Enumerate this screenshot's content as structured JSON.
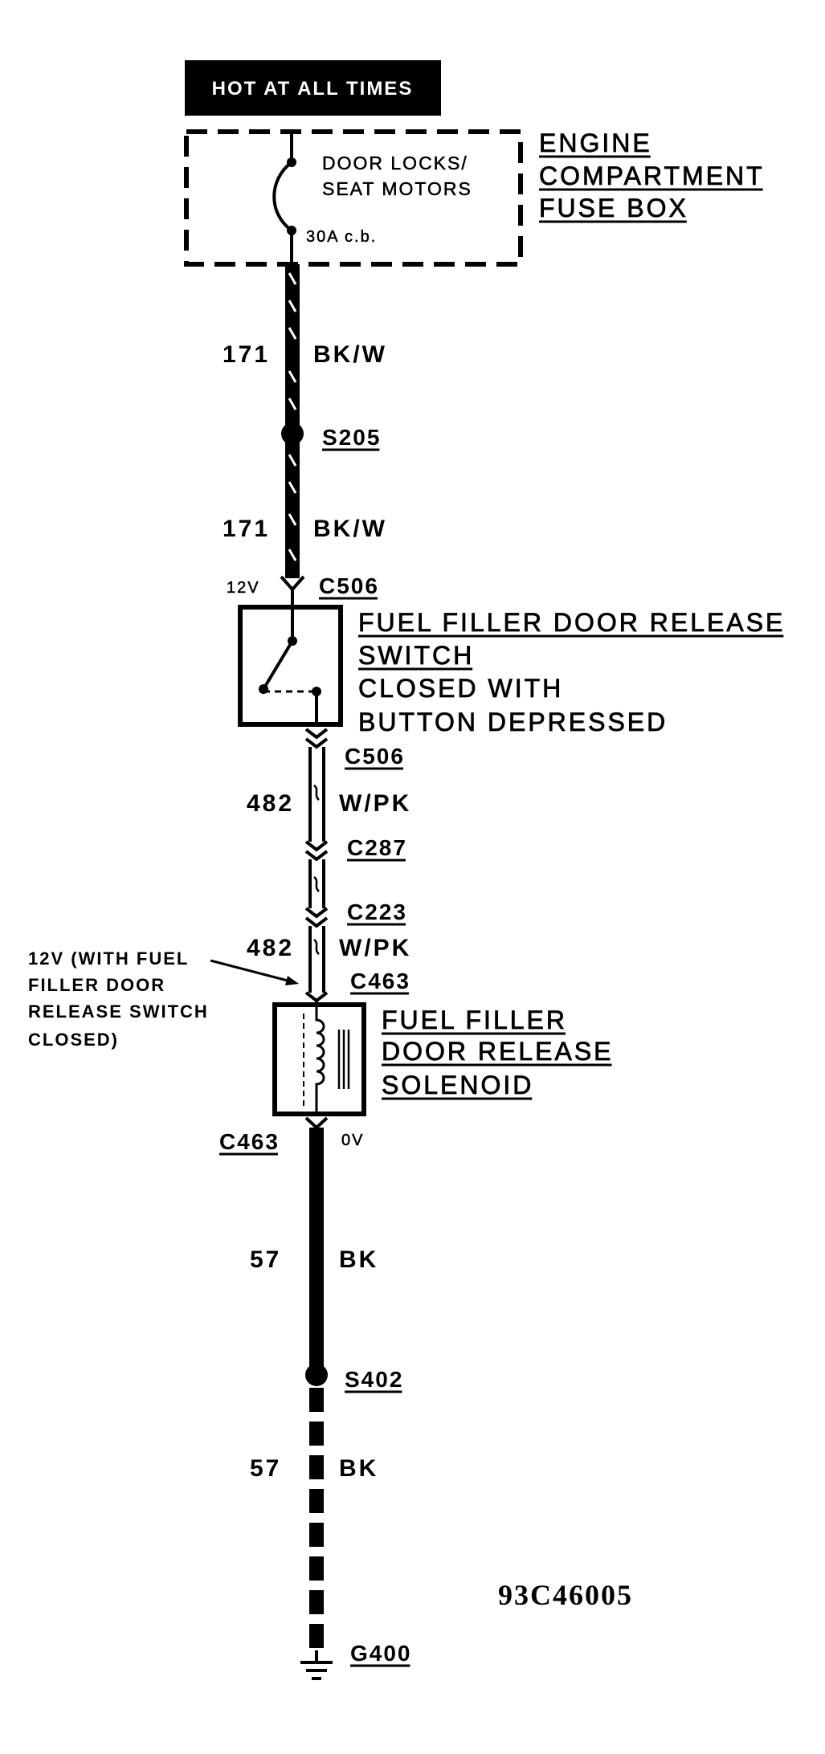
{
  "power_label": "HOT AT ALL TIMES",
  "fuse_box": {
    "fuse_lines": [
      "DOOR LOCKS/",
      "SEAT MOTORS"
    ],
    "rating": "30A c.b.",
    "name_lines": [
      "ENGINE",
      "COMPARTMENT",
      "FUSE BOX"
    ]
  },
  "wires": {
    "feed_upper": {
      "circuit": "171",
      "color": "BK/W"
    },
    "feed_lower": {
      "circuit": "171",
      "color": "BK/W"
    },
    "switch_out_upper": {
      "circuit": "482",
      "color": "W/PK"
    },
    "switch_out_lower": {
      "circuit": "482",
      "color": "W/PK"
    },
    "ground_upper": {
      "circuit": "57",
      "color": "BK"
    },
    "ground_lower": {
      "circuit": "57",
      "color": "BK"
    }
  },
  "splices": {
    "s205": "S205",
    "s402": "S402"
  },
  "connectors": {
    "c506_top": "C506",
    "c506_bottom": "C506",
    "c287": "C287",
    "c223": "C223",
    "c463_top": "C463",
    "c463_bottom": "C463"
  },
  "voltages": {
    "switch_input": "12V",
    "solenoid_ground": "0V"
  },
  "switch": {
    "name_lines": [
      "FUEL FILLER DOOR RELEASE",
      "SWITCH"
    ],
    "state_lines": [
      "CLOSED WITH",
      "BUTTON DEPRESSED"
    ]
  },
  "solenoid_note_lines": [
    "12V (WITH FUEL",
    "FILLER DOOR",
    "RELEASE SWITCH",
    "CLOSED)"
  ],
  "solenoid": {
    "name_lines": [
      "FUEL FILLER",
      "DOOR RELEASE",
      "SOLENOID"
    ]
  },
  "ground": "G400",
  "figure_id": "93C46005"
}
